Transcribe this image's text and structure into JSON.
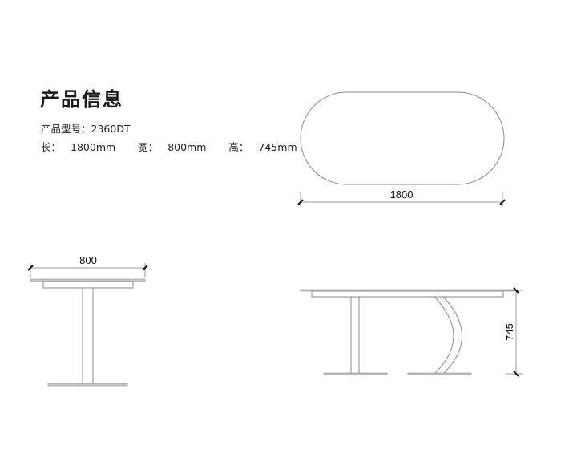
{
  "info": {
    "title": "产品信息",
    "model_label": "产品型号：",
    "model_value": "2360DT",
    "length_label": "长：",
    "length_value": "1800mm",
    "width_label": "宽：",
    "width_value": "800mm",
    "height_label": "高：",
    "height_value": "745mm"
  },
  "drawings": {
    "top_view": {
      "dimension": "1800"
    },
    "side_view": {
      "dimension": "800"
    },
    "front_view": {
      "dimension": "745"
    }
  },
  "colors": {
    "line": "#8a8a8a",
    "dim_line": "#9a9a9a",
    "tick": "#111111"
  }
}
